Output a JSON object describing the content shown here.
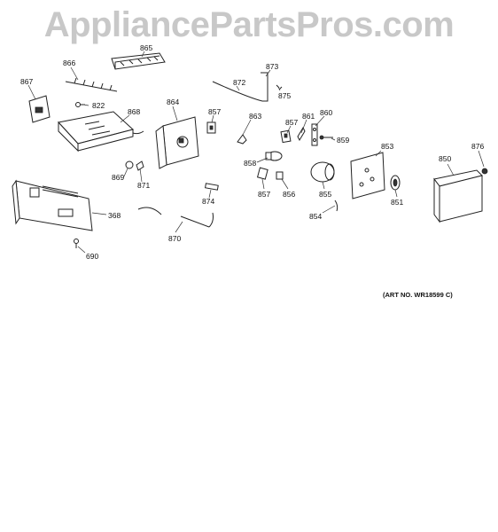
{
  "watermark": "AppliancePartsPros.com",
  "art_number": "(ART NO. WR18599 C)",
  "parts": {
    "p865": "865",
    "p866": "866",
    "p867": "867",
    "p822": "822",
    "p868": "868",
    "p864": "864",
    "p857a": "857",
    "p863": "863",
    "p872": "872",
    "p873": "873",
    "p875": "875",
    "p857b": "857",
    "p861": "861",
    "p860": "860",
    "p859": "859",
    "p853": "853",
    "p876": "876",
    "p850": "850",
    "p858": "858",
    "p869": "869",
    "p871": "871",
    "p368": "368",
    "p874": "874",
    "p857c": "857",
    "p856": "856",
    "p855": "855",
    "p851": "851",
    "p854": "854",
    "p870": "870",
    "p690": "690"
  }
}
